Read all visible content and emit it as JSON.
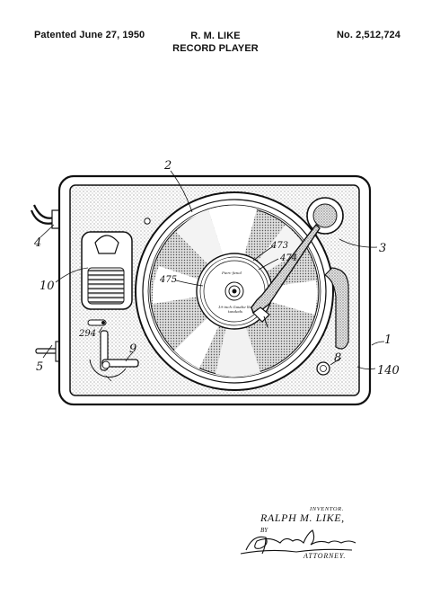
{
  "header": {
    "date": "Patented June 27, 1950",
    "inventor_name": "R. M. LIKE",
    "title": "RECORD PLAYER",
    "patent_number": "No. 2,512,724"
  },
  "reference_numerals": {
    "n2": "2",
    "n3": "3",
    "n1": "1",
    "n4": "4",
    "n5": "5",
    "n8": "8",
    "n9": "9",
    "n10": "10",
    "n140": "140",
    "n294": "294",
    "n473": "473",
    "n474": "474",
    "n475": "475"
  },
  "record_label": {
    "line1": "Pierc fanol",
    "line2": "19-inch Gaudie lbs",
    "line3": "tandeds"
  },
  "signature": {
    "inventor_label": "INVENTOR.",
    "inventor_name": "RALPH M. LIKE,",
    "by_label": "BY",
    "attorney_label": "ATTORNEY."
  }
}
